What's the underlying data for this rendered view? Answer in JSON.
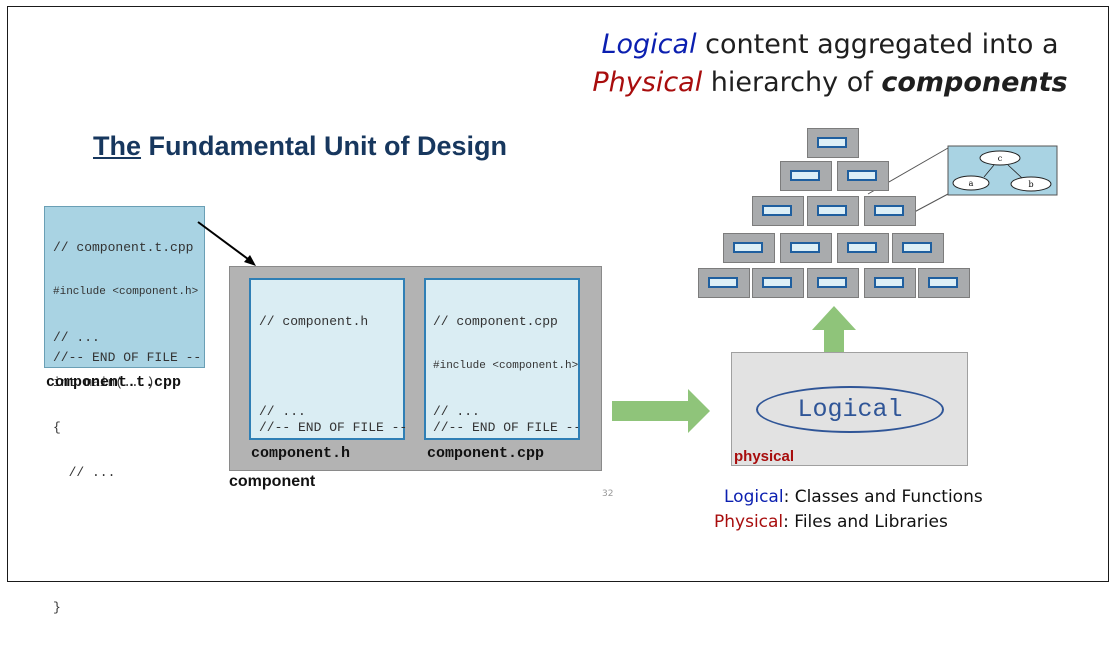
{
  "headline": {
    "line1_logical": "Logical",
    "line1_rest": " content aggregated into a",
    "line2_physical": "Physical",
    "line2_mid": " hierarchy of ",
    "line2_components": "components"
  },
  "subtitle": {
    "the": "The",
    "rest": " Fundamental Unit of Design"
  },
  "test_file": {
    "lines": [
      "// component.t.cpp",
      "#include <component.h>",
      "// ...",
      "int main(...)",
      "{",
      "  // ...",
      "",
      "",
      "}",
      "//-- END OF FILE --"
    ],
    "label": "component.t.cpp"
  },
  "component": {
    "label": "component",
    "header": {
      "lines": [
        "// component.h",
        "",
        "// ..."
      ],
      "end": "//-- END OF FILE --",
      "label": "component.h"
    },
    "impl": {
      "lines": [
        "// component.cpp",
        "#include <component.h>",
        "// ..."
      ],
      "end": "//-- END OF FILE --",
      "label": "component.cpp"
    }
  },
  "page_number": "32",
  "physical_box": {
    "logical": "Logical",
    "physical": "physical"
  },
  "inset_nodes": {
    "top": "c",
    "left": "a",
    "right": "b"
  },
  "legend": {
    "logical_term": "Logical",
    "logical_desc": ": Classes and Functions",
    "physical_term": "Physical",
    "physical_desc": ": Files and Libraries"
  },
  "colors": {
    "logical": "#0b1fb0",
    "physical": "#a80d0d",
    "arrow": "#8fc47a",
    "title": "#17375e"
  }
}
